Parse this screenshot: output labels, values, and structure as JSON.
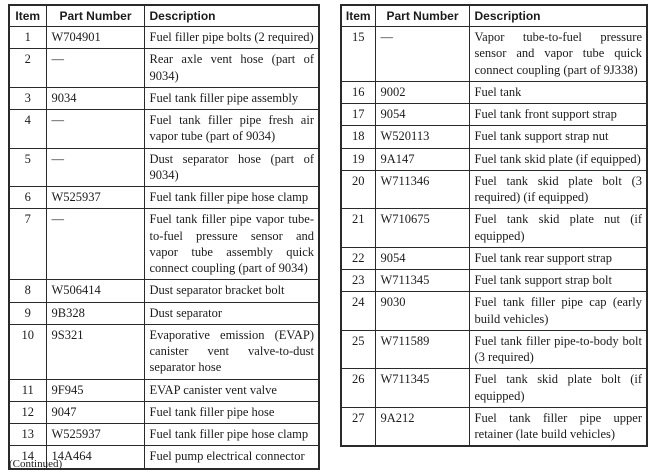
{
  "continued_label": "(Continued)",
  "tables": [
    {
      "side": "left",
      "headers": [
        "Item",
        "Part Number",
        "Description"
      ],
      "rows": [
        [
          "1",
          "W704901",
          "Fuel filler pipe bolts (2 required)"
        ],
        [
          "2",
          "—",
          "Rear axle vent hose (part of 9034)"
        ],
        [
          "3",
          "9034",
          "Fuel tank filler pipe assembly"
        ],
        [
          "4",
          "—",
          "Fuel tank filler pipe fresh air vapor tube (part of 9034)"
        ],
        [
          "5",
          "—",
          "Dust separator hose (part of 9034)"
        ],
        [
          "6",
          "W525937",
          "Fuel tank filler pipe hose clamp"
        ],
        [
          "7",
          "—",
          "Fuel tank filler pipe vapor tube-to-fuel pressure sensor and vapor tube assembly quick connect coupling (part of 9034)"
        ],
        [
          "8",
          "W506414",
          "Dust separator bracket bolt"
        ],
        [
          "9",
          "9B328",
          "Dust separator"
        ],
        [
          "10",
          "9S321",
          "Evaporative emission (EVAP) canister vent valve-to-dust separator hose"
        ],
        [
          "11",
          "9F945",
          "EVAP canister vent valve"
        ],
        [
          "12",
          "9047",
          "Fuel tank filler pipe hose"
        ],
        [
          "13",
          "W525937",
          "Fuel tank filler pipe hose clamp"
        ],
        [
          "14",
          "14A464",
          "Fuel pump electrical connector"
        ]
      ]
    },
    {
      "side": "right",
      "headers": [
        "Item",
        "Part Number",
        "Description"
      ],
      "rows": [
        [
          "15",
          "—",
          "Vapor tube-to-fuel pressure sensor and vapor tube quick connect coupling (part of 9J338)"
        ],
        [
          "16",
          "9002",
          "Fuel tank"
        ],
        [
          "17",
          "9054",
          "Fuel tank front support strap"
        ],
        [
          "18",
          "W520113",
          "Fuel tank support strap nut"
        ],
        [
          "19",
          "9A147",
          "Fuel tank skid plate (if equipped)"
        ],
        [
          "20",
          "W711346",
          "Fuel tank skid plate bolt (3 required) (if equipped)"
        ],
        [
          "21",
          "W710675",
          "Fuel tank skid plate nut (if equipped)"
        ],
        [
          "22",
          "9054",
          "Fuel tank rear support strap"
        ],
        [
          "23",
          "W711345",
          "Fuel tank support strap bolt"
        ],
        [
          "24",
          "9030",
          "Fuel tank filler pipe cap (early build vehicles)"
        ],
        [
          "25",
          "W711589",
          "Fuel tank filler pipe-to-body bolt (3 required)"
        ],
        [
          "26",
          "W711345",
          "Fuel tank skid plate bolt (if equipped)"
        ],
        [
          "27",
          "9A212",
          "Fuel tank filler pipe upper retainer (late build vehicles)"
        ]
      ]
    }
  ]
}
